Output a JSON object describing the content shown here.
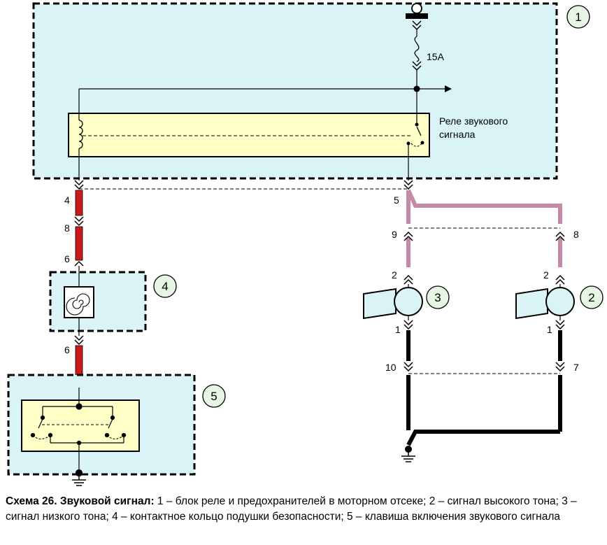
{
  "labels": {
    "fuse": "15A",
    "relay_line1": "Реле звукового",
    "relay_line2": "сигнала",
    "pin_4": "4",
    "pin_8_left": "8",
    "pin_6_upper": "6",
    "pin_6_lower": "6",
    "pin_5": "5",
    "pin_9": "9",
    "pin_8_right": "8",
    "pin_2_low": "2",
    "pin_2_high": "2",
    "pin_1_low": "1",
    "pin_1_high": "1",
    "pin_10": "10",
    "pin_7": "7"
  },
  "callouts": {
    "c1": "1",
    "c2": "2",
    "c3": "3",
    "c4": "4",
    "c5": "5"
  },
  "caption": {
    "title": "Схема 26. Звуковой сигнал:",
    "text": " 1 – блок реле и предохранителей в моторном отсеке; 2 – сигнал высокого тона; 3 – сигнал низкого тона; 4 – контактное кольцо подушки безопасности; 5 – клавиша включения звукового сигнала"
  },
  "colors": {
    "block_fill": "#d9f3f6",
    "red_wire": "#cc1a1a",
    "pink_wire": "#c48aa8",
    "black_wire": "#000000",
    "callout_fill": "#e7f5e4"
  }
}
